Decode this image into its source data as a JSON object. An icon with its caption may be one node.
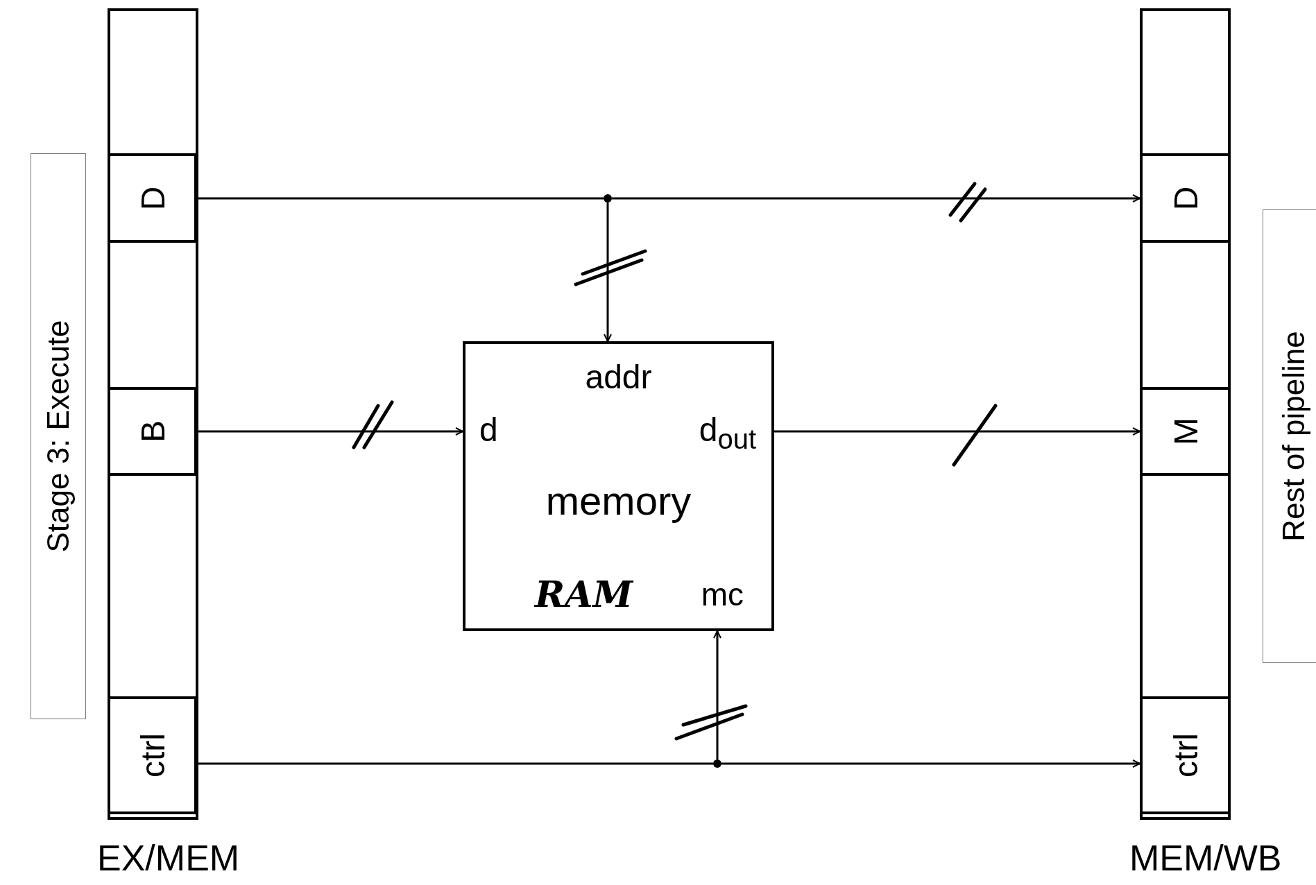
{
  "diagram": {
    "nodes": [
      {
        "text": [
          "EX/MEM"
        ]
      },
      {
        "text": [
          "D"
        ],
        "in": 0
      },
      {
        "text": [
          "B"
        ],
        "in": 0
      },
      {
        "text": [
          "ctrl"
        ],
        "in": 0
      },
      {
        "text": [
          "MEM/WB"
        ]
      },
      {
        "text": [
          "D"
        ],
        "in": 4
      },
      {
        "text": [
          "M"
        ],
        "in": 4
      },
      {
        "text": [
          "ctrl"
        ],
        "in": 4
      },
      {
        "text": [
          "addr",
          "d",
          "d$_{out}$",
          "memory",
          "mc"
        ]
      },
      {
        "text": [
          "Stage 3: Execute"
        ]
      },
      {
        "text": [
          "Rest of pipeline"
        ]
      },
      {
        "text": [],
        "shape": "circle"
      },
      {
        "text": [],
        "shape": "circle"
      }
    ],
    "edges": [
      {
        "from": 1,
        "to": 11,
        "arrow": "none"
      },
      {
        "from": 11,
        "to": 5,
        "arrow": "to"
      },
      {
        "from": 11,
        "to": 8,
        "arrow": "to"
      },
      {
        "from": 2,
        "to": 8,
        "arrow": "to"
      },
      {
        "from": 8,
        "to": 6,
        "arrow": "to"
      },
      {
        "from": 3,
        "to": 12,
        "arrow": "none"
      },
      {
        "from": 12,
        "to": 7,
        "arrow": "to"
      },
      {
        "from": 12,
        "to": 8,
        "arrow": "to"
      }
    ],
    "labels": [
      "RAM"
    ]
  }
}
